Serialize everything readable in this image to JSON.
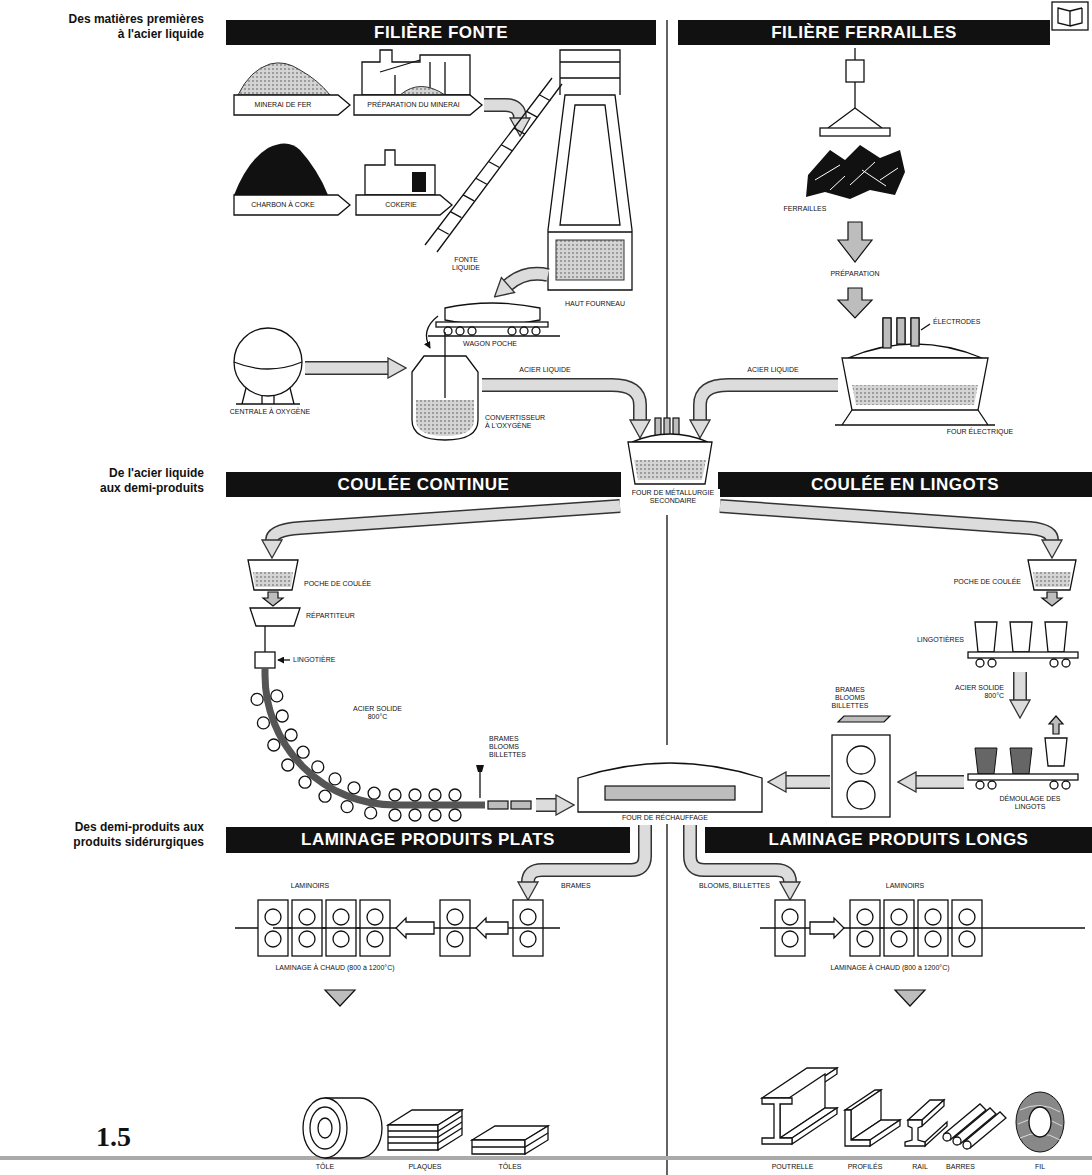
{
  "diagram": {
    "nodes": [
      {
        "text": [
          "FILIÈRE FONTE"
        ]
      },
      {
        "text": [
          "FILIÈRE FERRAILLES"
        ]
      },
      {
        "text": [
          "COULÉE CONTINUE"
        ]
      },
      {
        "text": [
          "COULÉE EN LINGOTS"
        ]
      },
      {
        "text": [
          "LAMINAGE PRODUITS PLATS"
        ]
      },
      {
        "text": [
          "LAMINAGE PRODUITS LONGS"
        ]
      }
    ],
    "labels": [
      "Des matières premières à l'acier liquide",
      "MINERAI DE FER",
      "PRÉPARATION DU MINERAI",
      "CHARBON À COKE",
      "COKERIE",
      "FONTE LIQUIDE",
      "HAUT FOURNEAU",
      "WAGON POCHE",
      "CENTRALE À OXYGÈNE",
      "ACIER LIQUIDE",
      "CONVERTISSEUR À L'OXYGÈNE",
      "FERRAILLES",
      "PRÉPARATION",
      "ÉLECTRODES",
      "ACIER LIQUIDE",
      "FOUR ÉLECTRIQUE",
      "FOUR DE MÉTALLURGIE SECONDAIRE",
      "De l'acier liquide aux demi-produits",
      "POCHE DE COULÉE",
      "RÉPARTITEUR",
      "LINGOTIÈRE",
      "ACIER SOLIDE 800°C",
      "BRAMES BLOOMS BILLETTES",
      "POCHE DE COULÉE",
      "LINGOTIÈRES",
      "ACIER SOLIDE 800°C",
      "BRAMES BLOOMS BILLETTES",
      "DÉMOULAGE DES LINGOTS",
      "FOUR DE RÉCHAUFFAGE",
      "Des demi-produits aux produits sidérurgiques",
      "BRAMES",
      "BLOOMS, BILLETTES",
      "LAMINOIRS",
      "LAMINAGE À CHAUD (800 à 1200°C)",
      "LAMINOIRS",
      "LAMINAGE À CHAUD (800 à 1200°C)",
      "TÔLE",
      "PLAQUES",
      "TÔLES",
      "POUTRELLE",
      "PROFILÉS",
      "RAIL",
      "BARRES",
      "FIL",
      "1.5"
    ]
  }
}
